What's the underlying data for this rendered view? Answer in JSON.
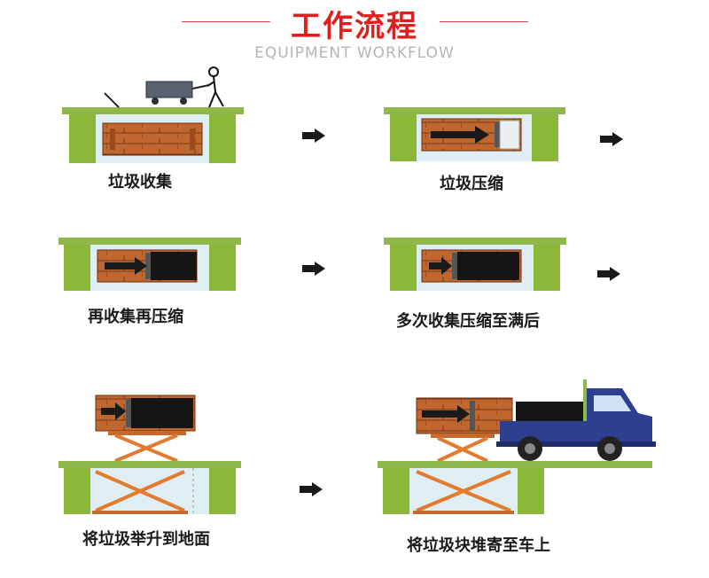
{
  "header": {
    "title": "工作流程",
    "subtitle": "EQUIPMENT WORKFLOW"
  },
  "steps": [
    {
      "label": "垃圾收集"
    },
    {
      "label": "垃圾压缩"
    },
    {
      "label": "再收集再压缩"
    },
    {
      "label": "多次收集压缩至满后"
    },
    {
      "label": "将垃圾举升到地面"
    },
    {
      "label": "将垃圾块堆寄至车上"
    }
  ],
  "colors": {
    "title": "#e01e1e",
    "ground": "#8fb84a",
    "pit_side": "#8cb83a",
    "pit_inner": "#dfeef2",
    "container": "#b8612e",
    "scissor": "#e37a2e",
    "truck": "#2f3f8f",
    "arrow": "#1a1a1a"
  },
  "icons": [
    "arrow-right-icon",
    "truck-icon",
    "cart-icon",
    "worker-icon"
  ]
}
